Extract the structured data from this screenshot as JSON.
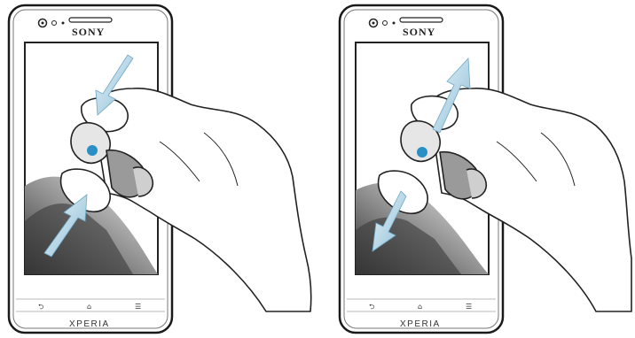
{
  "panels": [
    {
      "gesture": "pinch-in",
      "brand": "SONY",
      "model": "XPERIA"
    },
    {
      "gesture": "spread-out",
      "brand": "SONY",
      "model": "XPERIA"
    }
  ],
  "colors": {
    "phone_outline": "#1a1a1a",
    "screen_border": "#222222",
    "arrow_fill": "#b9d8e8",
    "touch_dot": "#2a8fc4",
    "screen_gradient_dark": "#2e2e2e",
    "screen_gradient_light": "#e8e8e8"
  }
}
